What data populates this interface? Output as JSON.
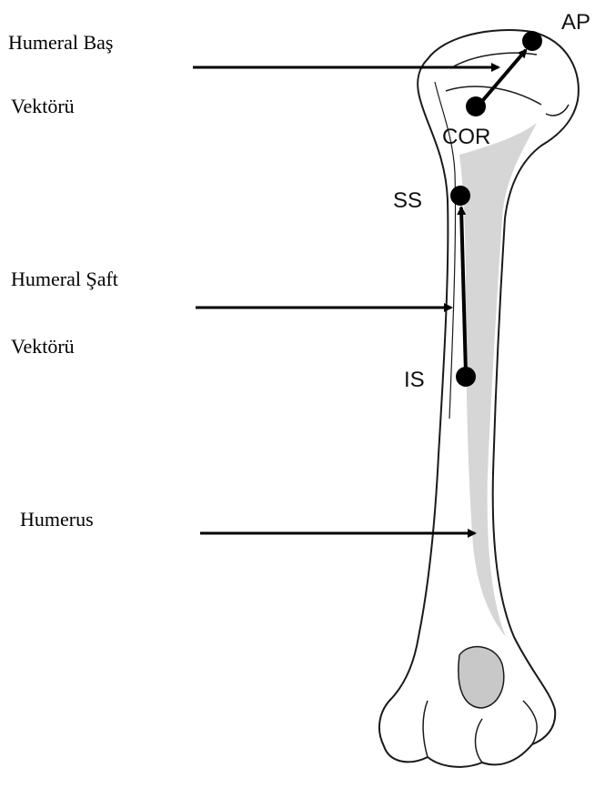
{
  "annotations": {
    "head_vector_line1": "Humeral Baş",
    "head_vector_line2": "Vektörü",
    "shaft_vector_line1": "Humeral Şaft",
    "shaft_vector_line2": "Vektörü",
    "humerus": "Humerus"
  },
  "points": {
    "ap": "AP",
    "cor": "COR",
    "ss": "SS",
    "is": "IS"
  },
  "colors": {
    "bone_fill": "#ffffff",
    "bone_shade": "#d6d6d6",
    "outline": "#1a1a1a",
    "marker": "#000000"
  }
}
